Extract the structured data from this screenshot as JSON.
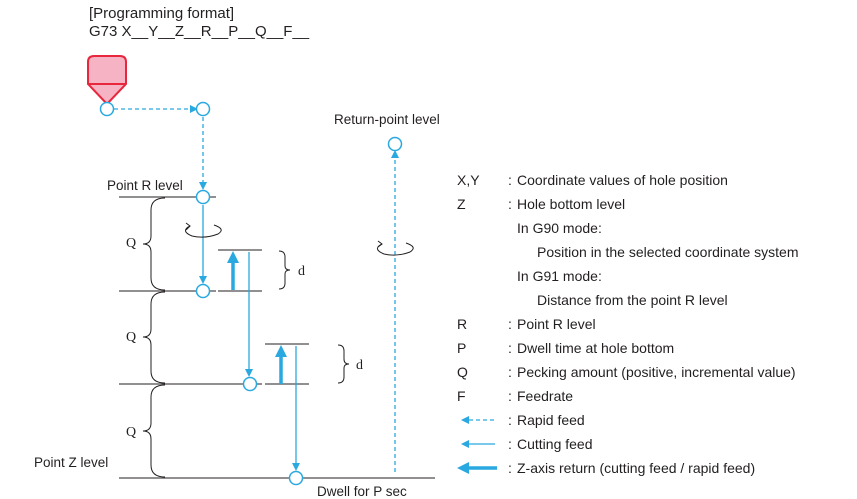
{
  "header": {
    "title": "[Programming format]",
    "format": "G73 X__Y__Z__R__P__Q__F__"
  },
  "diagram": {
    "return_point_label": "Return-point level",
    "point_r_label": "Point R level",
    "point_z_label": "Point Z level",
    "dwell_label": "Dwell for P sec",
    "q_label": "Q",
    "d_label": "d",
    "rapid_color": "#29a9e0",
    "cutting_color": "#29a9e0",
    "tool_fill": "#f5b3c4",
    "tool_stroke": "#e8273d"
  },
  "legend": {
    "items": [
      {
        "key": "X,Y",
        "text": "Coordinate values of hole position"
      },
      {
        "key": "Z",
        "text": "Hole bottom level"
      },
      {
        "key": "",
        "text": "In G90 mode:"
      },
      {
        "key": "",
        "text": "Position in the selected coordinate system"
      },
      {
        "key": "",
        "text": "In G91 mode:"
      },
      {
        "key": "",
        "text": "Distance from the point R level"
      },
      {
        "key": "R",
        "text": "Point R level"
      },
      {
        "key": "P",
        "text": "Dwell time at hole bottom"
      },
      {
        "key": "Q",
        "text": "Pecking amount (positive, incremental value)"
      },
      {
        "key": "F",
        "text": "Feedrate"
      },
      {
        "key": "",
        "icon": "rapid-feed-arrow-icon",
        "text": "Rapid feed"
      },
      {
        "key": "",
        "icon": "cutting-feed-arrow-icon",
        "text": "Cutting feed"
      },
      {
        "key": "",
        "icon": "z-axis-return-arrow-icon",
        "text": "Z-axis return (cutting feed / rapid feed)"
      }
    ]
  }
}
